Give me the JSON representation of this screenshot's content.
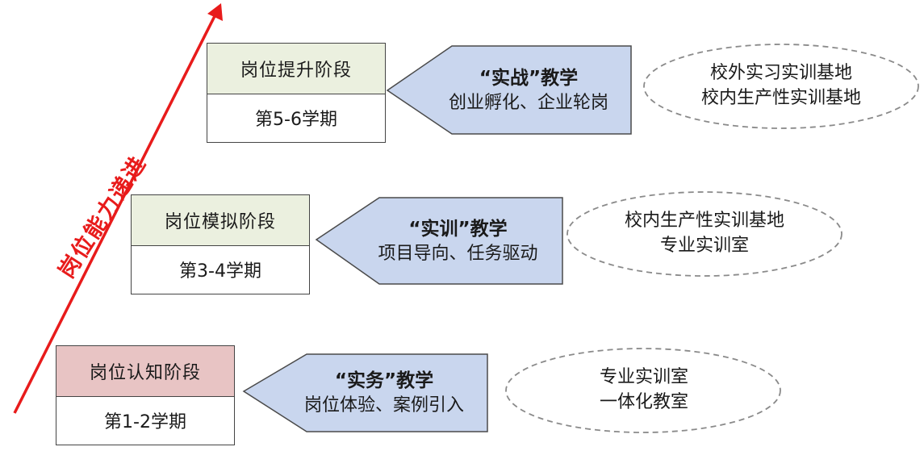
{
  "axis_label": "岗位能力递进",
  "colors": {
    "arrow": "#e81b1b",
    "stage_top_head": "#ebf0df",
    "stage_mid_head": "#ebf0df",
    "stage_low_head": "#e8c4c4",
    "pentagon_fill": "#c9d6ee",
    "pentagon_stroke": "#4a4a4a",
    "ellipse_stroke": "#8a8a8a"
  },
  "stages": [
    {
      "name": "岗位提升阶段",
      "term": "第5-6学期",
      "teaching_title": "“实战”教学",
      "teaching_desc": "创业孵化、企业轮岗",
      "bases": [
        "校外实习实训基地",
        "校内生产性实训基地"
      ]
    },
    {
      "name": "岗位模拟阶段",
      "term": "第3-4学期",
      "teaching_title": "“实训”教学",
      "teaching_desc": "项目导向、任务驱动",
      "bases": [
        "校内生产性实训基地",
        "专业实训室"
      ]
    },
    {
      "name": "岗位认知阶段",
      "term": "第1-2学期",
      "teaching_title": "“实务”教学",
      "teaching_desc": "岗位体验、案例引入",
      "bases": [
        "专业实训室",
        "一体化教室"
      ]
    }
  ]
}
